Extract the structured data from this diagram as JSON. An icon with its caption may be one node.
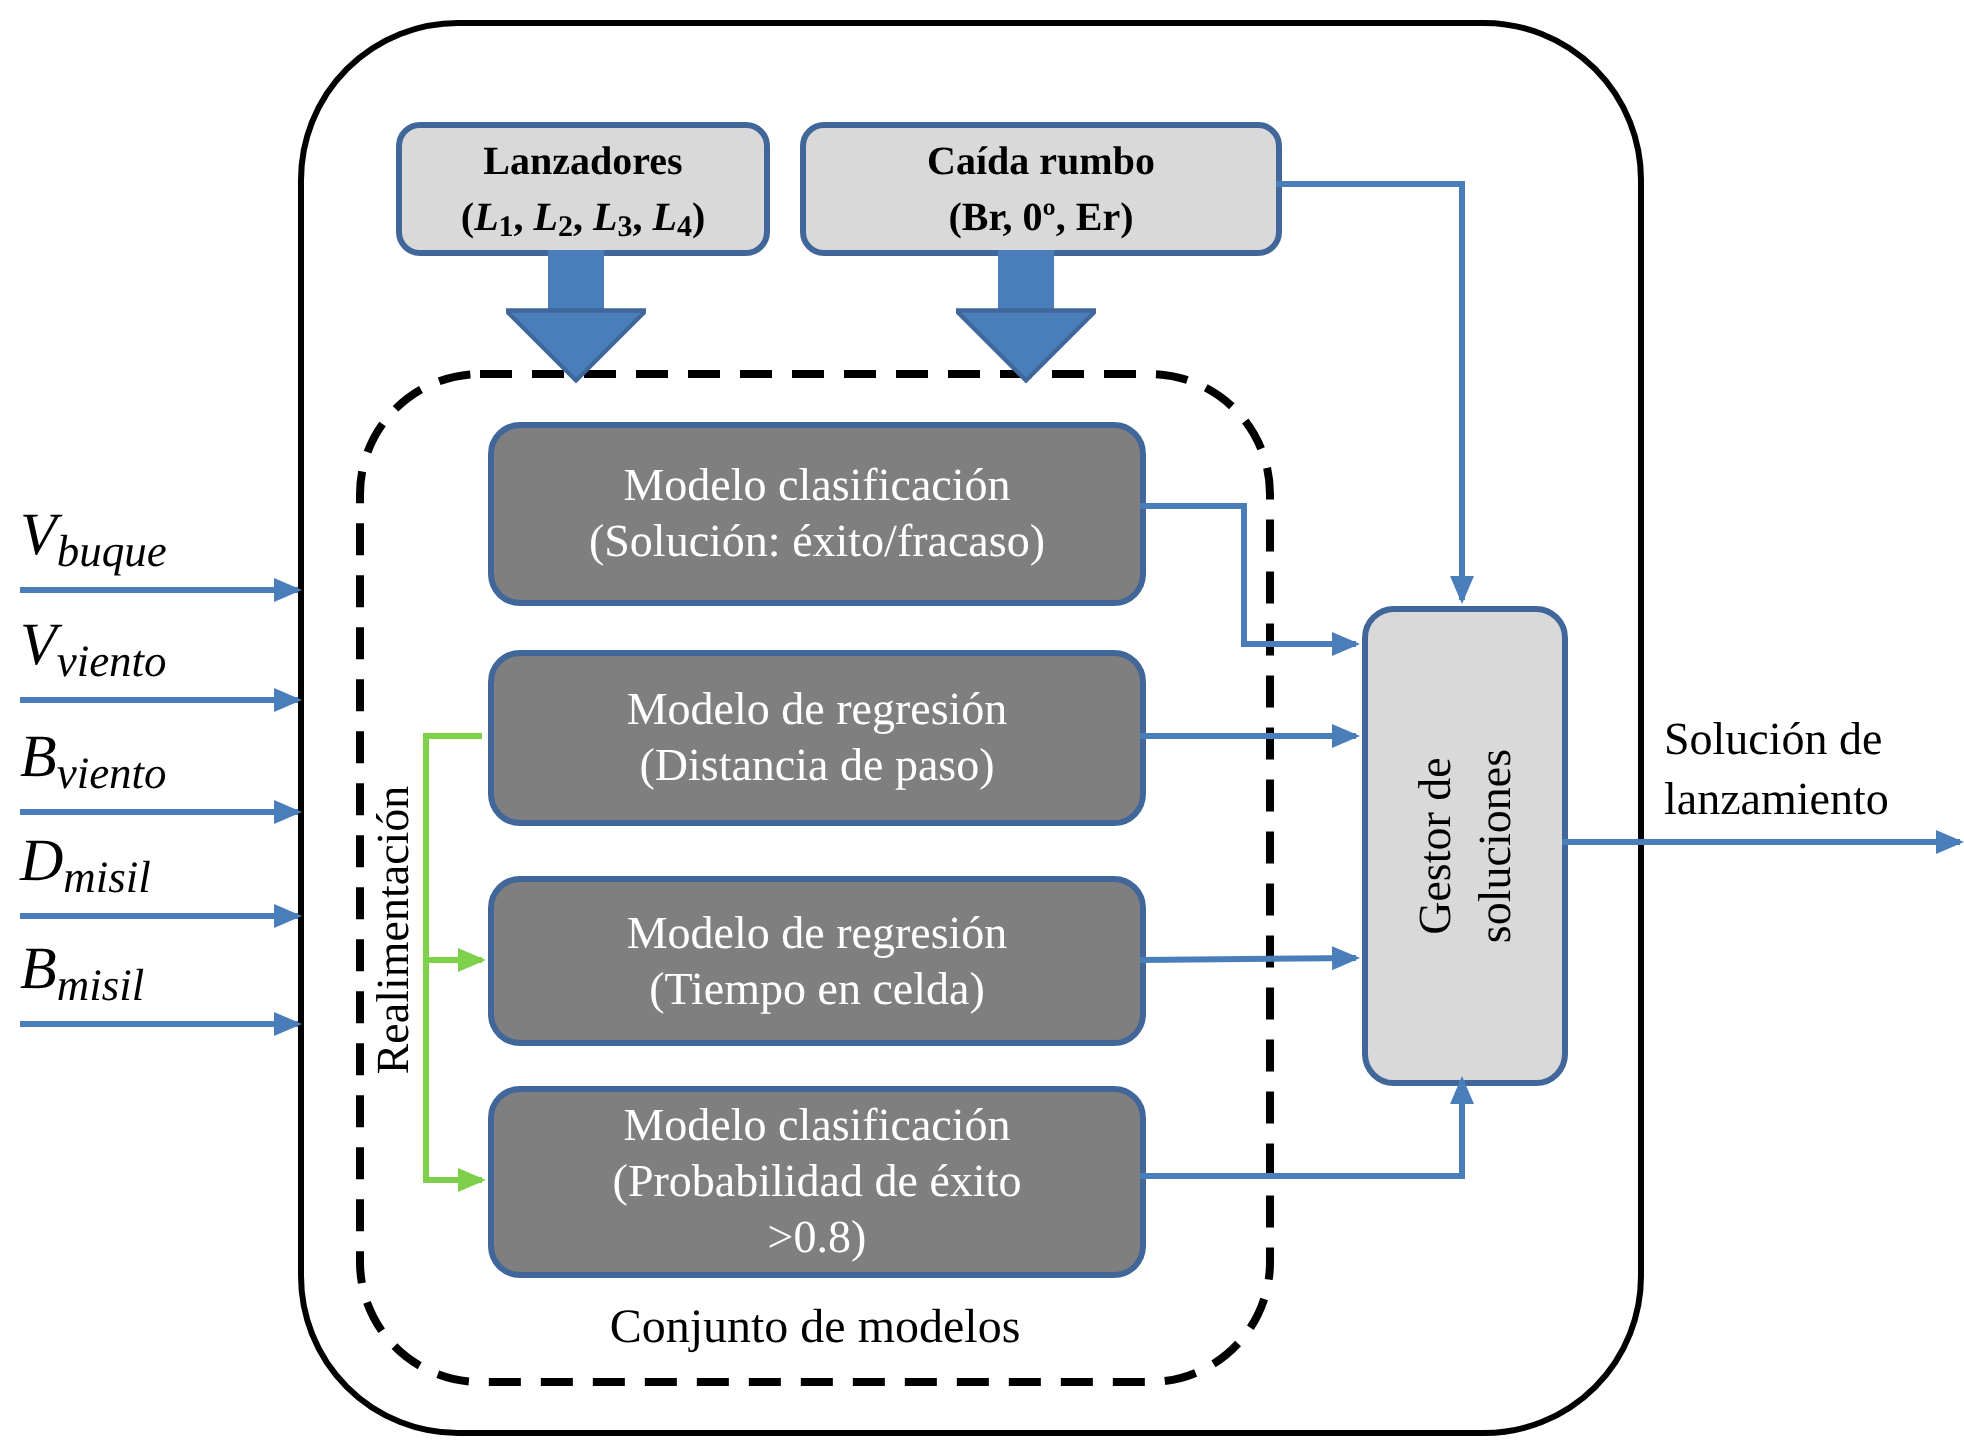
{
  "diagram": {
    "nodes": [
      {
        "text": [],
        "shape": "box"
      },
      {
        "text": [
          "Lanzadores",
          "(*L*$_{1}$, *L*$_{2}$, *L*$_{3}$, *L*$_{4}$)"
        ],
        "in": 0
      },
      {
        "text": [
          "Caída rumbo",
          "(Br, 0º, Er)"
        ],
        "in": 0
      },
      {
        "text": [
          "Conjunto de modelos"
        ],
        "in": 0
      },
      {
        "text": [
          "Modelo clasificación (Solución: éxito/fracaso)"
        ],
        "in": 3
      },
      {
        "text": [
          "Modelo de regresión (Distancia de paso)"
        ],
        "in": 3
      },
      {
        "text": [
          "Modelo de regresión (Tiempo en celda)"
        ],
        "in": 3
      },
      {
        "text": [
          "Modelo clasificación (Probabilidad de éxito >0.8)"
        ],
        "in": 3
      },
      {
        "text": [
          "Gestor de soluciones"
        ],
        "in": 0
      },
      {
        "text": [
          "V$_{buque}$"
        ]
      },
      {
        "text": [
          "V$_{viento}$"
        ]
      },
      {
        "text": [
          "B$_{viento}$"
        ]
      },
      {
        "text": [
          "D$_{misil}$"
        ]
      },
      {
        "text": [
          "B$_{misil}$"
        ]
      }
    ],
    "edges": [
      {
        "from": 9,
        "to": 0,
        "arrow": "to"
      },
      {
        "from": 10,
        "to": 0,
        "arrow": "to"
      },
      {
        "from": 11,
        "to": 0,
        "arrow": "to"
      },
      {
        "from": 12,
        "to": 0,
        "arrow": "to"
      },
      {
        "from": 13,
        "to": 0,
        "arrow": "to"
      },
      {
        "from": 1,
        "to": 3,
        "arrow": "to",
        "style": "thick"
      },
      {
        "from": 2,
        "to": 3,
        "arrow": "to",
        "style": "thick"
      },
      {
        "from": 2,
        "to": 8,
        "arrow": "to"
      },
      {
        "from": 4,
        "to": 8,
        "arrow": "to"
      },
      {
        "from": 5,
        "to": 8,
        "arrow": "to"
      },
      {
        "from": 6,
        "to": 8,
        "arrow": "to"
      },
      {
        "from": 7,
        "to": 8,
        "arrow": "to"
      },
      {
        "from": 8,
        "to": null,
        "arrow": "to",
        "label": "Solución de lanzamiento"
      },
      {
        "from": 5,
        "to": 6,
        "arrow": "to",
        "color": "#7ed04b"
      },
      {
        "from": 5,
        "to": 7,
        "arrow": "to",
        "color": "#7ed04b"
      }
    ],
    "labels": [
      "Realimentación"
    ]
  }
}
